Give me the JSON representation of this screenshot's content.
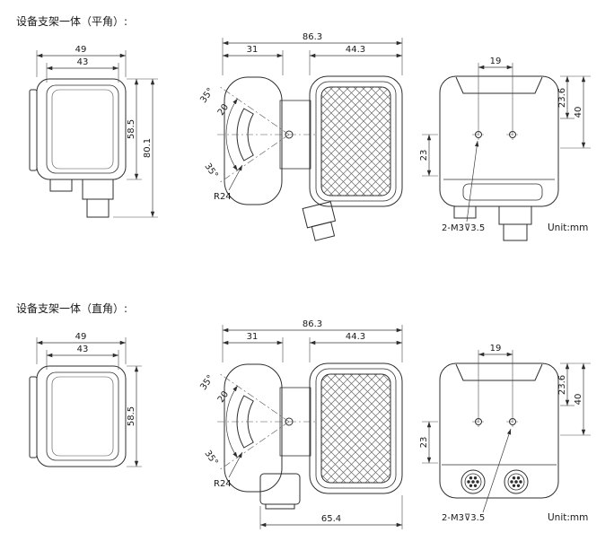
{
  "sections": [
    {
      "title": "设备支架一体（平角）:",
      "front": {
        "outer_width": "49",
        "inner_width": "43",
        "body_height": "58.5",
        "total_height": "80.1"
      },
      "side": {
        "total_width": "86.3",
        "bracket_width": "31",
        "body_width": "44.3",
        "upper_angle": "35°",
        "slot_offset": "20",
        "lower_angle": "35°",
        "slot_radius": "R24"
      },
      "rear": {
        "hole_spacing": "19",
        "right_upper": "23.6",
        "right_lower": "40",
        "left_dim": "23",
        "thread_callout": "2-M3⊽3.5",
        "unit_label": "Unit:mm"
      }
    },
    {
      "title": "设备支架一体（直角）:",
      "front": {
        "outer_width": "49",
        "inner_width": "43",
        "body_height": "58.5"
      },
      "side": {
        "total_width": "86.3",
        "bracket_width": "31",
        "body_width": "44.3",
        "upper_angle": "35°",
        "slot_offset": "20",
        "lower_angle": "35°",
        "slot_radius": "R24",
        "bottom_width": "65.4"
      },
      "rear": {
        "hole_spacing": "19",
        "right_upper": "23.6",
        "right_lower": "40",
        "left_dim": "23",
        "thread_callout": "2-M3⊽3.5",
        "unit_label": "Unit:mm"
      }
    }
  ]
}
